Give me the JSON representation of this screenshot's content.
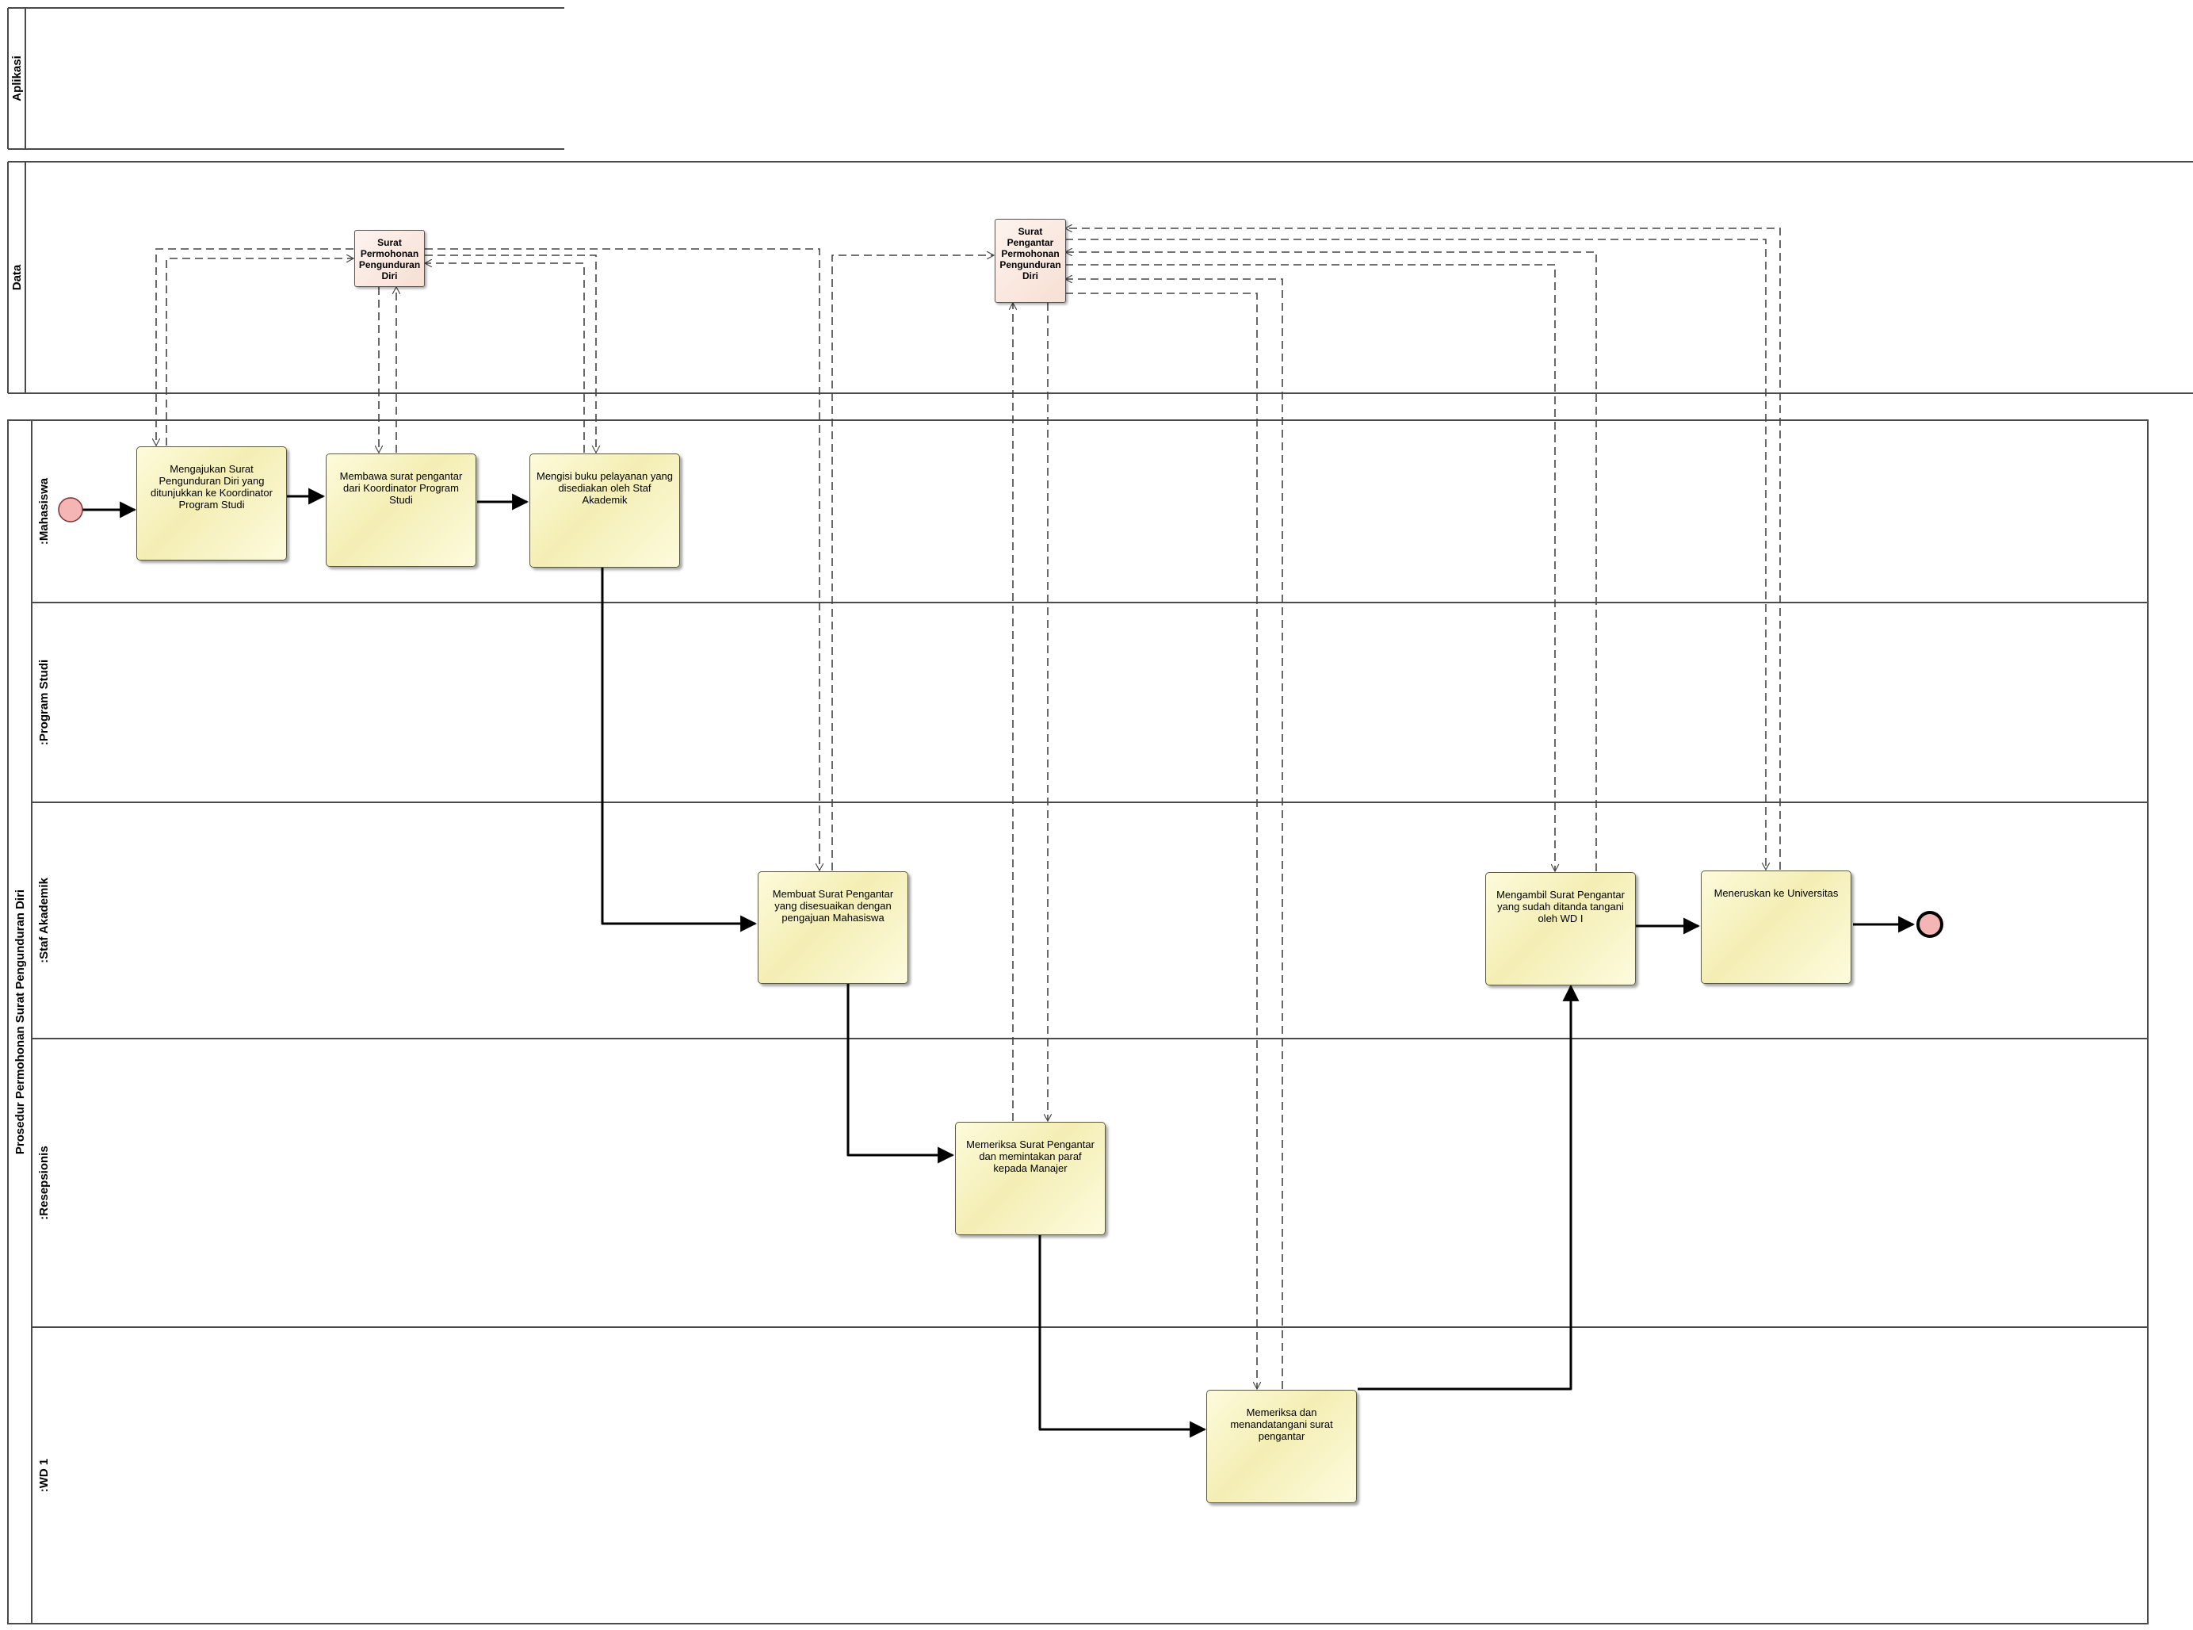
{
  "pools": {
    "aplikasi": "Aplikasi",
    "data": "Data",
    "main": "Prosedur Permohonan Surat Pengunduran Diri"
  },
  "lanes": {
    "mahasiswa": ":Mahasiswa",
    "program_studi": ":Program Studi",
    "staf_akademik": ":Staf Akademik",
    "resepsionis": ":Resepsionis",
    "wd1": ":WD 1"
  },
  "data_objects": {
    "surat_permohonan": "Surat Permohonan Pengunduran Diri",
    "surat_pengantar": "Surat Pengantar Permohonan Pengunduran Diri"
  },
  "tasks": {
    "t1": "Mengajukan Surat Pengunduran Diri yang ditunjukkan ke Koordinator Program Studi",
    "t2": "Membawa surat pengantar dari Koordinator Program Studi",
    "t3": "Mengisi buku pelayanan yang disediakan oleh Staf Akademik",
    "t4": "Membuat Surat Pengantar yang disesuaikan dengan pengajuan Mahasiswa",
    "t5": "Memeriksa Surat Pengantar dan memintakan paraf kepada Manajer",
    "t6": "Memeriksa dan menandatangani surat pengantar",
    "t7": "Mengambil Surat Pengantar yang sudah ditanda tangani oleh WD I",
    "t8": "Meneruskan ke Universitas"
  },
  "colors": {
    "task_fill": "#f4eeb4",
    "data_fill": "#f7dfd3",
    "event_fill": "#f5b5b5"
  }
}
